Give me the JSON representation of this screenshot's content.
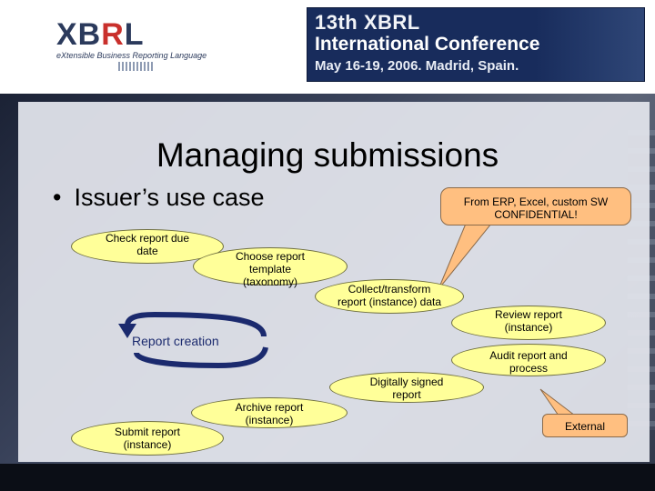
{
  "header": {
    "logo": {
      "main": "XBRL",
      "subtitle": "eXtensible Business Reporting Language"
    },
    "banner": {
      "line1": "13th XBRL",
      "line2": "International Conference",
      "line3": "May 16-19, 2006. Madrid, Spain."
    }
  },
  "slide": {
    "title": "Managing submissions",
    "bullet": "Issuer’s use case"
  },
  "diagram": {
    "steps": [
      {
        "lines": [
          "Check report due",
          "date"
        ]
      },
      {
        "lines": [
          "Choose report",
          "template",
          "(taxonomy)"
        ]
      },
      {
        "lines": [
          "Collect/transform",
          "report (instance) data"
        ]
      },
      {
        "lines": [
          "Review report",
          "(instance)"
        ]
      },
      {
        "lines": [
          "Audit report and",
          "process"
        ]
      },
      {
        "lines": [
          "Digitally signed",
          "report"
        ]
      },
      {
        "lines": [
          "Archive report",
          "(instance)"
        ]
      },
      {
        "lines": [
          "Submit report",
          "(instance)"
        ]
      }
    ],
    "cycle_label": "Report creation",
    "callouts": {
      "confidential": [
        "From ERP, Excel, custom SW",
        "CONFIDENTIAL!"
      ],
      "external": "External"
    }
  },
  "colors": {
    "ellipse_fill": "#ffff99",
    "callout_fill": "#ffbf80",
    "banner_bg": "#182c5c",
    "arrow": "#1b2a6e"
  }
}
